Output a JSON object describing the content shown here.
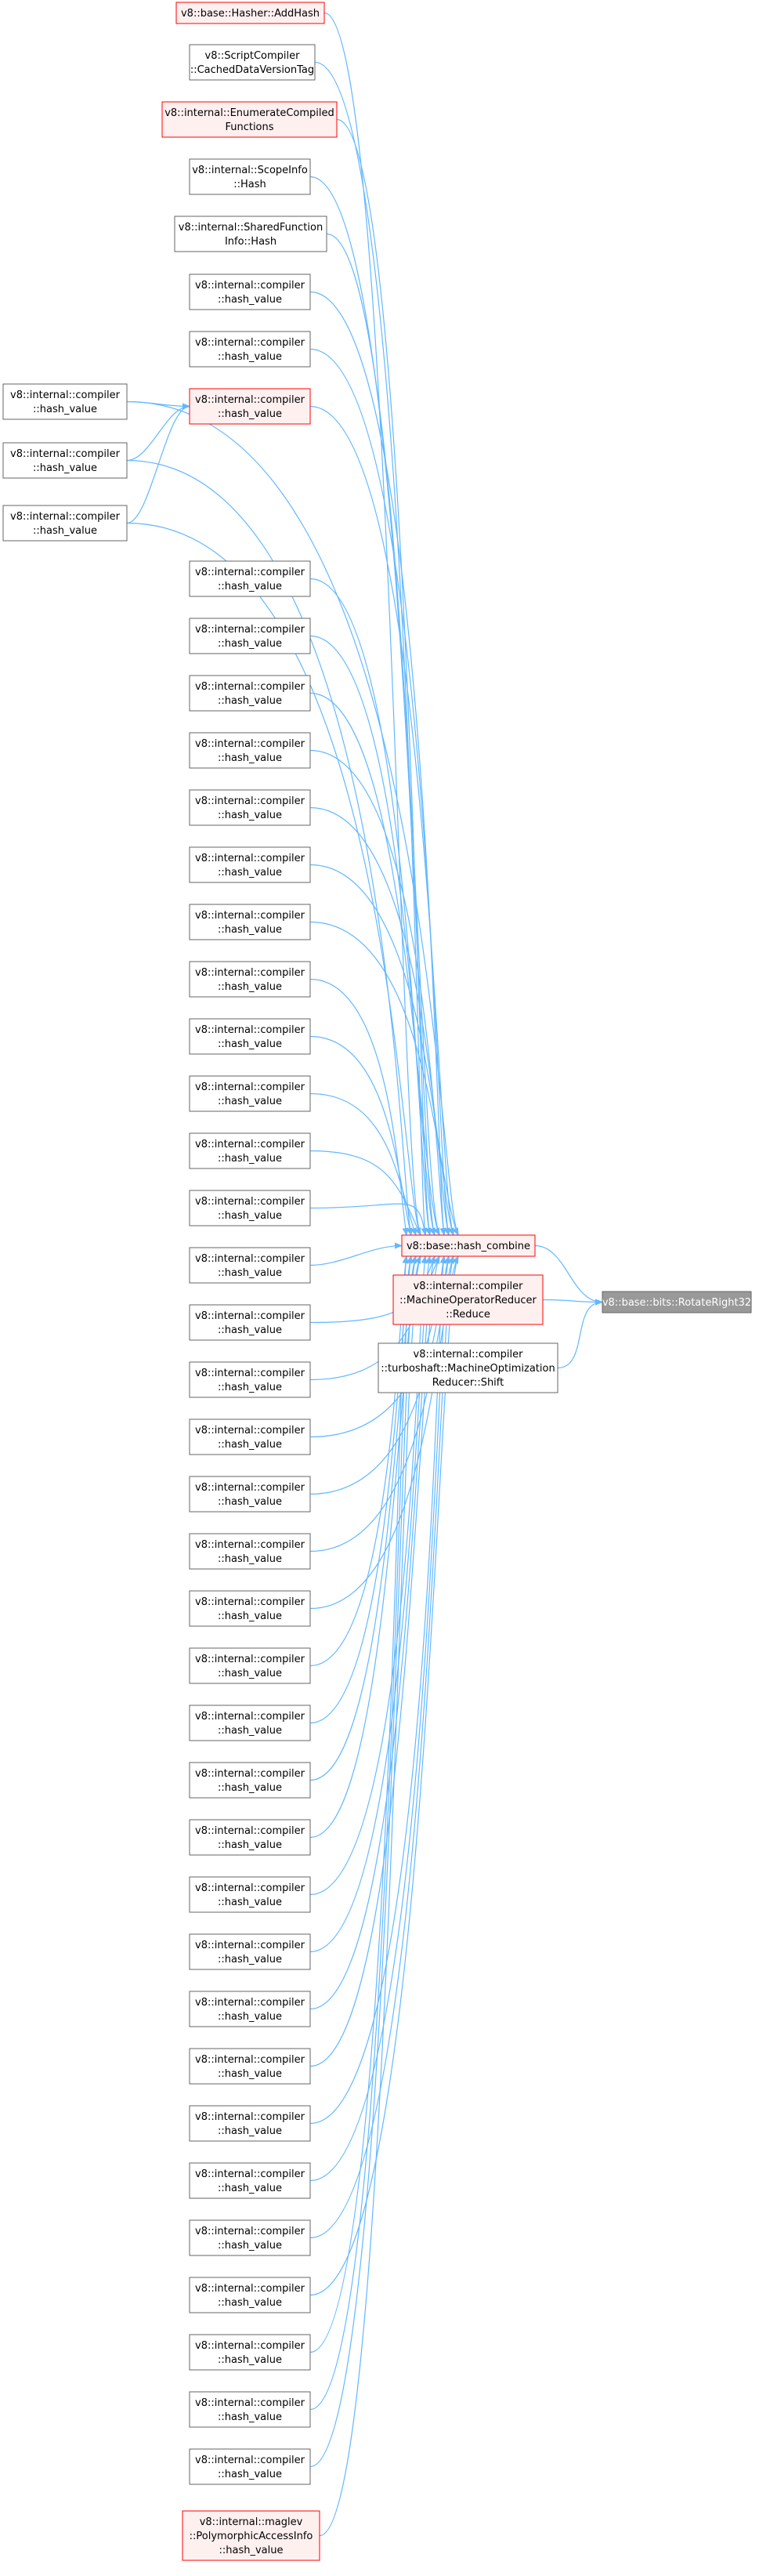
{
  "colors": {
    "edge": "#63b8ff",
    "box_border_default": "#666666",
    "box_fill_default": "#ffffff",
    "box_border_highlight": "#ff0000",
    "box_fill_highlight": "#fff0f0",
    "root_fill": "#999999",
    "root_border": "#666666",
    "root_text": "#ffffff"
  },
  "nodes": [
    {
      "id": "root",
      "lines": [
        "v8::base::bits::RotateRight32"
      ],
      "style": "root"
    },
    {
      "id": "hash_combine",
      "lines": [
        "v8::base::hash_combine"
      ],
      "style": "highlight"
    },
    {
      "id": "mor_reduce",
      "lines": [
        "v8::internal::compiler",
        "::MachineOperatorReducer",
        "::Reduce"
      ],
      "style": "highlight"
    },
    {
      "id": "mor_shift",
      "lines": [
        "v8::internal::compiler",
        "::turboshaft::MachineOptimization",
        "Reducer::Shift"
      ],
      "style": "default"
    },
    {
      "id": "addhash",
      "lines": [
        "v8::base::Hasher::AddHash"
      ],
      "style": "highlight"
    },
    {
      "id": "cached_tag",
      "lines": [
        "v8::ScriptCompiler",
        "::CachedDataVersionTag"
      ],
      "style": "default"
    },
    {
      "id": "enumerate",
      "lines": [
        "v8::internal::EnumerateCompiled",
        "Functions"
      ],
      "style": "highlight"
    },
    {
      "id": "scopeinfo",
      "lines": [
        "v8::internal::ScopeInfo",
        "::Hash"
      ],
      "style": "default"
    },
    {
      "id": "sfi_hash",
      "lines": [
        "v8::internal::SharedFunction",
        "Info::Hash"
      ],
      "style": "default"
    },
    {
      "id": "hv1",
      "lines": [
        "v8::internal::compiler",
        "::hash_value"
      ],
      "style": "default"
    },
    {
      "id": "hv2",
      "lines": [
        "v8::internal::compiler",
        "::hash_value"
      ],
      "style": "default"
    },
    {
      "id": "hv_mid",
      "lines": [
        "v8::internal::compiler",
        "::hash_value"
      ],
      "style": "highlight"
    },
    {
      "id": "hvl1",
      "lines": [
        "v8::internal::compiler",
        "::hash_value"
      ],
      "style": "default"
    },
    {
      "id": "hvl2",
      "lines": [
        "v8::internal::compiler",
        "::hash_value"
      ],
      "style": "default"
    },
    {
      "id": "hvl3",
      "lines": [
        "v8::internal::compiler",
        "::hash_value"
      ],
      "style": "default"
    },
    {
      "id": "hv3",
      "lines": [
        "v8::internal::compiler",
        "::hash_value"
      ],
      "style": "default"
    },
    {
      "id": "hv4",
      "lines": [
        "v8::internal::compiler",
        "::hash_value"
      ],
      "style": "default"
    },
    {
      "id": "hv5",
      "lines": [
        "v8::internal::compiler",
        "::hash_value"
      ],
      "style": "default"
    },
    {
      "id": "hv6",
      "lines": [
        "v8::internal::compiler",
        "::hash_value"
      ],
      "style": "default"
    },
    {
      "id": "hv7",
      "lines": [
        "v8::internal::compiler",
        "::hash_value"
      ],
      "style": "default"
    },
    {
      "id": "hv8",
      "lines": [
        "v8::internal::compiler",
        "::hash_value"
      ],
      "style": "default"
    },
    {
      "id": "hv9",
      "lines": [
        "v8::internal::compiler",
        "::hash_value"
      ],
      "style": "default"
    },
    {
      "id": "hv10",
      "lines": [
        "v8::internal::compiler",
        "::hash_value"
      ],
      "style": "default"
    },
    {
      "id": "hv11",
      "lines": [
        "v8::internal::compiler",
        "::hash_value"
      ],
      "style": "default"
    },
    {
      "id": "hv12",
      "lines": [
        "v8::internal::compiler",
        "::hash_value"
      ],
      "style": "default"
    },
    {
      "id": "hv13",
      "lines": [
        "v8::internal::compiler",
        "::hash_value"
      ],
      "style": "default"
    },
    {
      "id": "hv14",
      "lines": [
        "v8::internal::compiler",
        "::hash_value"
      ],
      "style": "default"
    },
    {
      "id": "hv15",
      "lines": [
        "v8::internal::compiler",
        "::hash_value"
      ],
      "style": "default"
    },
    {
      "id": "hv16",
      "lines": [
        "v8::internal::compiler",
        "::hash_value"
      ],
      "style": "default"
    },
    {
      "id": "hv17",
      "lines": [
        "v8::internal::compiler",
        "::hash_value"
      ],
      "style": "default"
    },
    {
      "id": "hv18",
      "lines": [
        "v8::internal::compiler",
        "::hash_value"
      ],
      "style": "default"
    },
    {
      "id": "hv19",
      "lines": [
        "v8::internal::compiler",
        "::hash_value"
      ],
      "style": "default"
    },
    {
      "id": "hv20",
      "lines": [
        "v8::internal::compiler",
        "::hash_value"
      ],
      "style": "default"
    },
    {
      "id": "hv21",
      "lines": [
        "v8::internal::compiler",
        "::hash_value"
      ],
      "style": "default"
    },
    {
      "id": "hv22",
      "lines": [
        "v8::internal::compiler",
        "::hash_value"
      ],
      "style": "default"
    },
    {
      "id": "hv23",
      "lines": [
        "v8::internal::compiler",
        "::hash_value"
      ],
      "style": "default"
    },
    {
      "id": "hv24",
      "lines": [
        "v8::internal::compiler",
        "::hash_value"
      ],
      "style": "default"
    },
    {
      "id": "hv25",
      "lines": [
        "v8::internal::compiler",
        "::hash_value"
      ],
      "style": "default"
    },
    {
      "id": "hv26",
      "lines": [
        "v8::internal::compiler",
        "::hash_value"
      ],
      "style": "default"
    },
    {
      "id": "hv27",
      "lines": [
        "v8::internal::compiler",
        "::hash_value"
      ],
      "style": "default"
    },
    {
      "id": "hv28",
      "lines": [
        "v8::internal::compiler",
        "::hash_value"
      ],
      "style": "default"
    },
    {
      "id": "hv29",
      "lines": [
        "v8::internal::compiler",
        "::hash_value"
      ],
      "style": "default"
    },
    {
      "id": "hv30",
      "lines": [
        "v8::internal::compiler",
        "::hash_value"
      ],
      "style": "default"
    },
    {
      "id": "hv31",
      "lines": [
        "v8::internal::compiler",
        "::hash_value"
      ],
      "style": "default"
    },
    {
      "id": "hv32",
      "lines": [
        "v8::internal::compiler",
        "::hash_value"
      ],
      "style": "default"
    },
    {
      "id": "hv33",
      "lines": [
        "v8::internal::compiler",
        "::hash_value"
      ],
      "style": "default"
    },
    {
      "id": "hv34",
      "lines": [
        "v8::internal::compiler",
        "::hash_value"
      ],
      "style": "default"
    },
    {
      "id": "hv35",
      "lines": [
        "v8::internal::compiler",
        "::hash_value"
      ],
      "style": "default"
    },
    {
      "id": "hv36",
      "lines": [
        "v8::internal::compiler",
        "::hash_value"
      ],
      "style": "default"
    },
    {
      "id": "maglev",
      "lines": [
        "v8::internal::maglev",
        "::PolymorphicAccessInfo",
        "::hash_value"
      ],
      "style": "highlight"
    }
  ],
  "edges": [
    {
      "from": "hash_combine",
      "to": "root"
    },
    {
      "from": "mor_reduce",
      "to": "root"
    },
    {
      "from": "mor_shift",
      "to": "root"
    },
    {
      "from": "addhash",
      "to": "hash_combine"
    },
    {
      "from": "cached_tag",
      "to": "hash_combine"
    },
    {
      "from": "enumerate",
      "to": "hash_combine"
    },
    {
      "from": "scopeinfo",
      "to": "hash_combine"
    },
    {
      "from": "sfi_hash",
      "to": "hash_combine"
    },
    {
      "from": "hv1",
      "to": "hash_combine"
    },
    {
      "from": "hv2",
      "to": "hash_combine"
    },
    {
      "from": "hv_mid",
      "to": "hash_combine"
    },
    {
      "from": "hvl1",
      "to": "hash_combine"
    },
    {
      "from": "hvl1",
      "to": "hv_mid"
    },
    {
      "from": "hvl2",
      "to": "hash_combine"
    },
    {
      "from": "hvl2",
      "to": "hv_mid"
    },
    {
      "from": "hvl3",
      "to": "hash_combine"
    },
    {
      "from": "hvl3",
      "to": "hv_mid"
    },
    {
      "from": "hv3",
      "to": "hash_combine"
    },
    {
      "from": "hv4",
      "to": "hash_combine"
    },
    {
      "from": "hv5",
      "to": "hash_combine"
    },
    {
      "from": "hv6",
      "to": "hash_combine"
    },
    {
      "from": "hv7",
      "to": "hash_combine"
    },
    {
      "from": "hv8",
      "to": "hash_combine"
    },
    {
      "from": "hv9",
      "to": "hash_combine"
    },
    {
      "from": "hv10",
      "to": "hash_combine"
    },
    {
      "from": "hv11",
      "to": "hash_combine"
    },
    {
      "from": "hv12",
      "to": "hash_combine"
    },
    {
      "from": "hv13",
      "to": "hash_combine"
    },
    {
      "from": "hv14",
      "to": "hash_combine"
    },
    {
      "from": "hv15",
      "to": "hash_combine"
    },
    {
      "from": "hv16",
      "to": "hash_combine"
    },
    {
      "from": "hv17",
      "to": "hash_combine"
    },
    {
      "from": "hv18",
      "to": "hash_combine"
    },
    {
      "from": "hv19",
      "to": "hash_combine"
    },
    {
      "from": "hv20",
      "to": "hash_combine"
    },
    {
      "from": "hv21",
      "to": "hash_combine"
    },
    {
      "from": "hv22",
      "to": "hash_combine"
    },
    {
      "from": "hv23",
      "to": "hash_combine"
    },
    {
      "from": "hv24",
      "to": "hash_combine"
    },
    {
      "from": "hv25",
      "to": "hash_combine"
    },
    {
      "from": "hv26",
      "to": "hash_combine"
    },
    {
      "from": "hv27",
      "to": "hash_combine"
    },
    {
      "from": "hv28",
      "to": "hash_combine"
    },
    {
      "from": "hv29",
      "to": "hash_combine"
    },
    {
      "from": "hv30",
      "to": "hash_combine"
    },
    {
      "from": "hv31",
      "to": "hash_combine"
    },
    {
      "from": "hv32",
      "to": "hash_combine"
    },
    {
      "from": "hv33",
      "to": "hash_combine"
    },
    {
      "from": "hv34",
      "to": "hash_combine"
    },
    {
      "from": "hv35",
      "to": "hash_combine"
    },
    {
      "from": "hv36",
      "to": "hash_combine"
    },
    {
      "from": "maglev",
      "to": "hash_combine"
    }
  ]
}
